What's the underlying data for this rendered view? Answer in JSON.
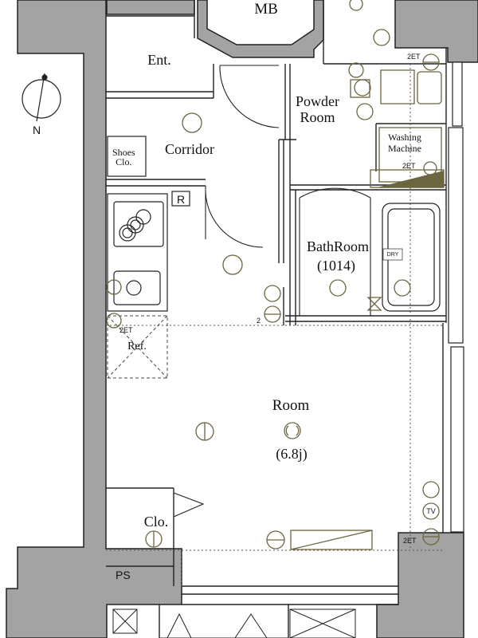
{
  "rooms": {
    "mb": "MB",
    "entrance": "Ent.",
    "corridor": "Corridor",
    "shoes_closet": "Shoes\nClo.",
    "powder_room": "Powder\nRoom",
    "washing_machine": "Washing\nMachine",
    "bathroom": "BathRoom",
    "bathroom_size": "(1014)",
    "refrigerator": "Ref.",
    "room": "Room",
    "room_size": "(6.8j)",
    "closet": "Clo.",
    "pipe_space": "PS"
  },
  "symbols": {
    "range_hood": "R",
    "dryer": "DRY",
    "tv": "TV",
    "outlet_2et": "2ET",
    "outlet_2": "2"
  },
  "compass": {
    "north": "N"
  },
  "colors": {
    "wall": "#a3a3a3",
    "line": "#222222",
    "fixture": "#6b6540"
  }
}
